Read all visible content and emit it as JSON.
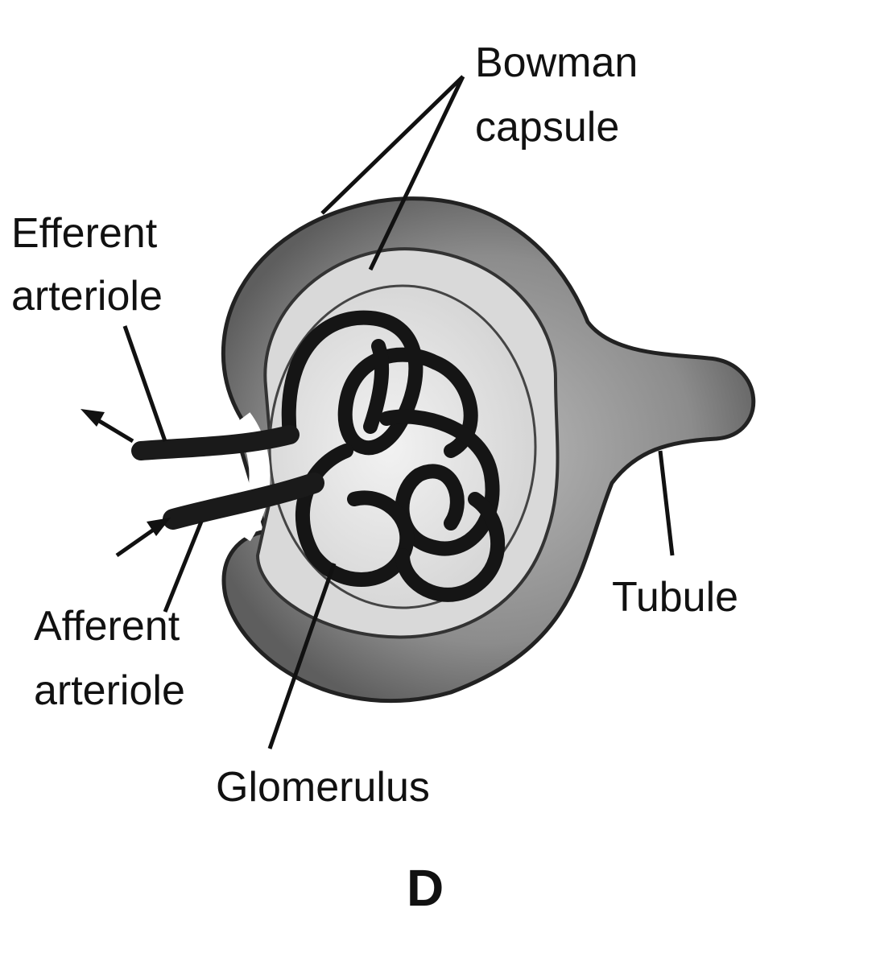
{
  "labels": {
    "bowman_line1": "Bowman",
    "bowman_line2": "capsule",
    "efferent_line1": "Efferent",
    "efferent_line2": "arteriole",
    "afferent_line1": "Afferent",
    "afferent_line2": "arteriole",
    "tubule": "Tubule",
    "glomerulus": "Glomerulus"
  },
  "panel_letter": "D",
  "colors": {
    "ink": "#111111",
    "capsule_fill": "#9a9a9a",
    "capsule_light": "#d6d6d6",
    "inner_space": "#ececec",
    "vessel": "#1a1a1a"
  }
}
